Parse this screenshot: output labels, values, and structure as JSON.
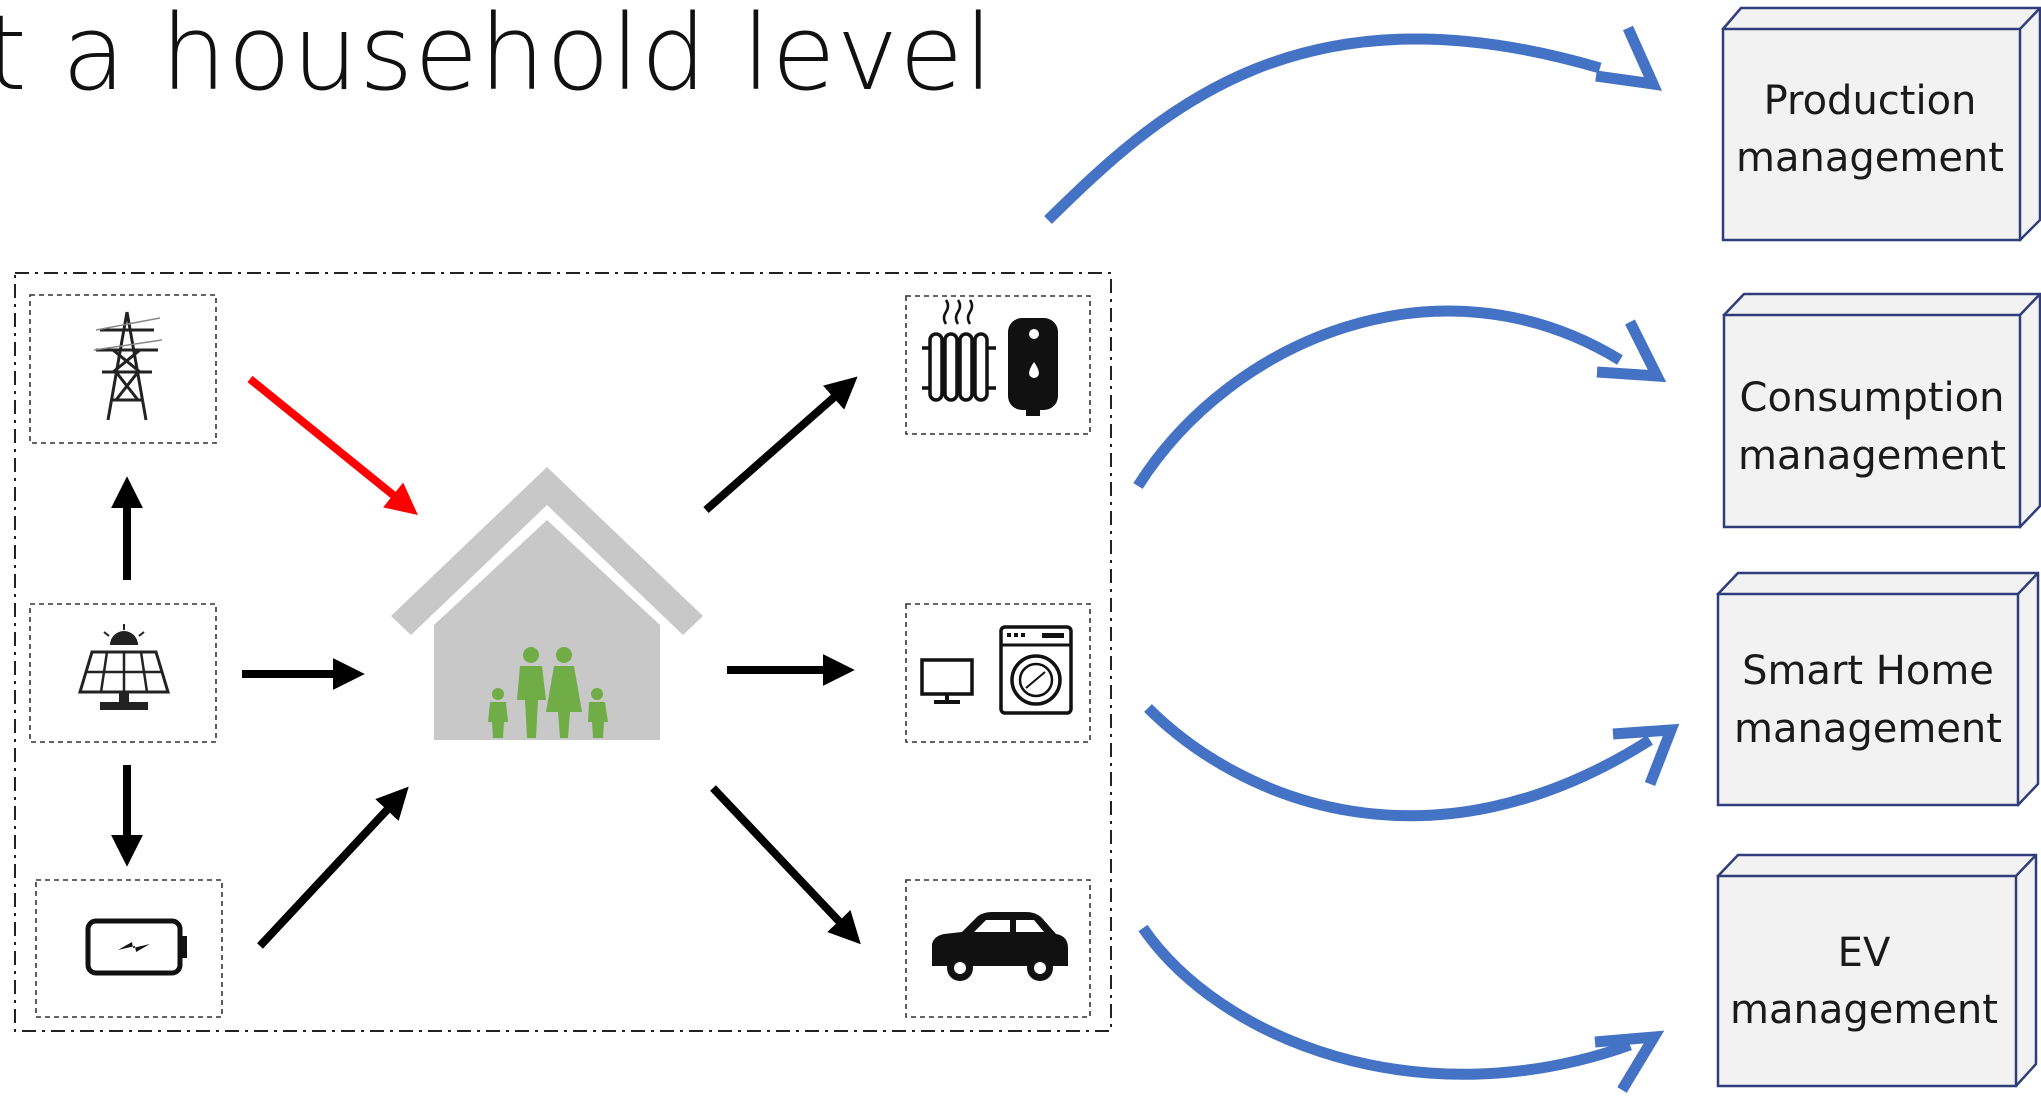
{
  "title": "t a household level",
  "management_boxes": [
    {
      "line1": "Production",
      "line2": "management"
    },
    {
      "line1": "Consumption",
      "line2": "management"
    },
    {
      "line1": "Smart Home",
      "line2": "management"
    },
    {
      "line1": "EV",
      "line2": "management"
    }
  ],
  "icons": {
    "grid": "transmission-tower-icon",
    "solar": "solar-panel-icon",
    "battery": "battery-icon",
    "house": "house-family-icon",
    "heating": "radiator-water-heater-icon",
    "appliances": "tv-washing-machine-icon",
    "ev": "car-icon"
  },
  "colors": {
    "blue_arrow": "#4472C4",
    "red_arrow": "#FF0000",
    "black_arrow": "#000000",
    "house_gray": "#C8C8C8",
    "family_green": "#70AD47",
    "box_fill": "#F2F2F2",
    "box_stroke": "#2F3E7A"
  }
}
